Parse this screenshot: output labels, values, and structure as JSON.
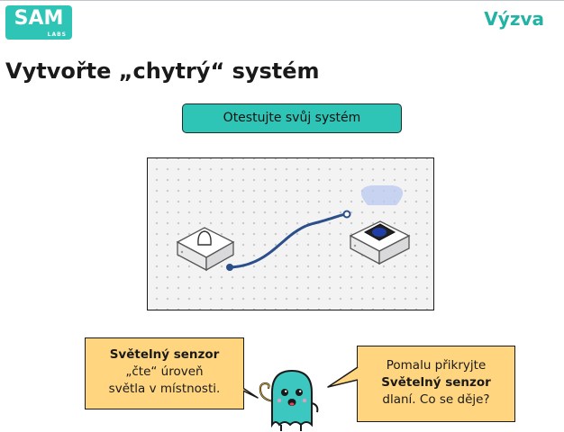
{
  "header": {
    "logo_text": "SAM",
    "logo_sub": "LABS",
    "section_label": "Výzva"
  },
  "title": "Vytvořte „chytrý“ systém",
  "test_button_label": "Otestujte svůj systém",
  "bubble_left": {
    "bold": "Světelný senzor",
    "line2": "„čte“ úroveň",
    "line3": "světla v místnosti."
  },
  "bubble_right": {
    "line1": "Pomalu přikryjte",
    "bold": "Světelný senzor",
    "line3": "dlaní. Co se děje?"
  },
  "colors": {
    "brand_teal": "#2ec4b6",
    "heading_teal": "#22b3a5",
    "bubble_yellow": "#ffd580",
    "wire_blue": "#2b4f8a",
    "mascot_teal": "#3cc7c0"
  },
  "diagram": {
    "left_block_icon": "light-sensor-icon",
    "right_block_icon": "led-light-icon"
  }
}
